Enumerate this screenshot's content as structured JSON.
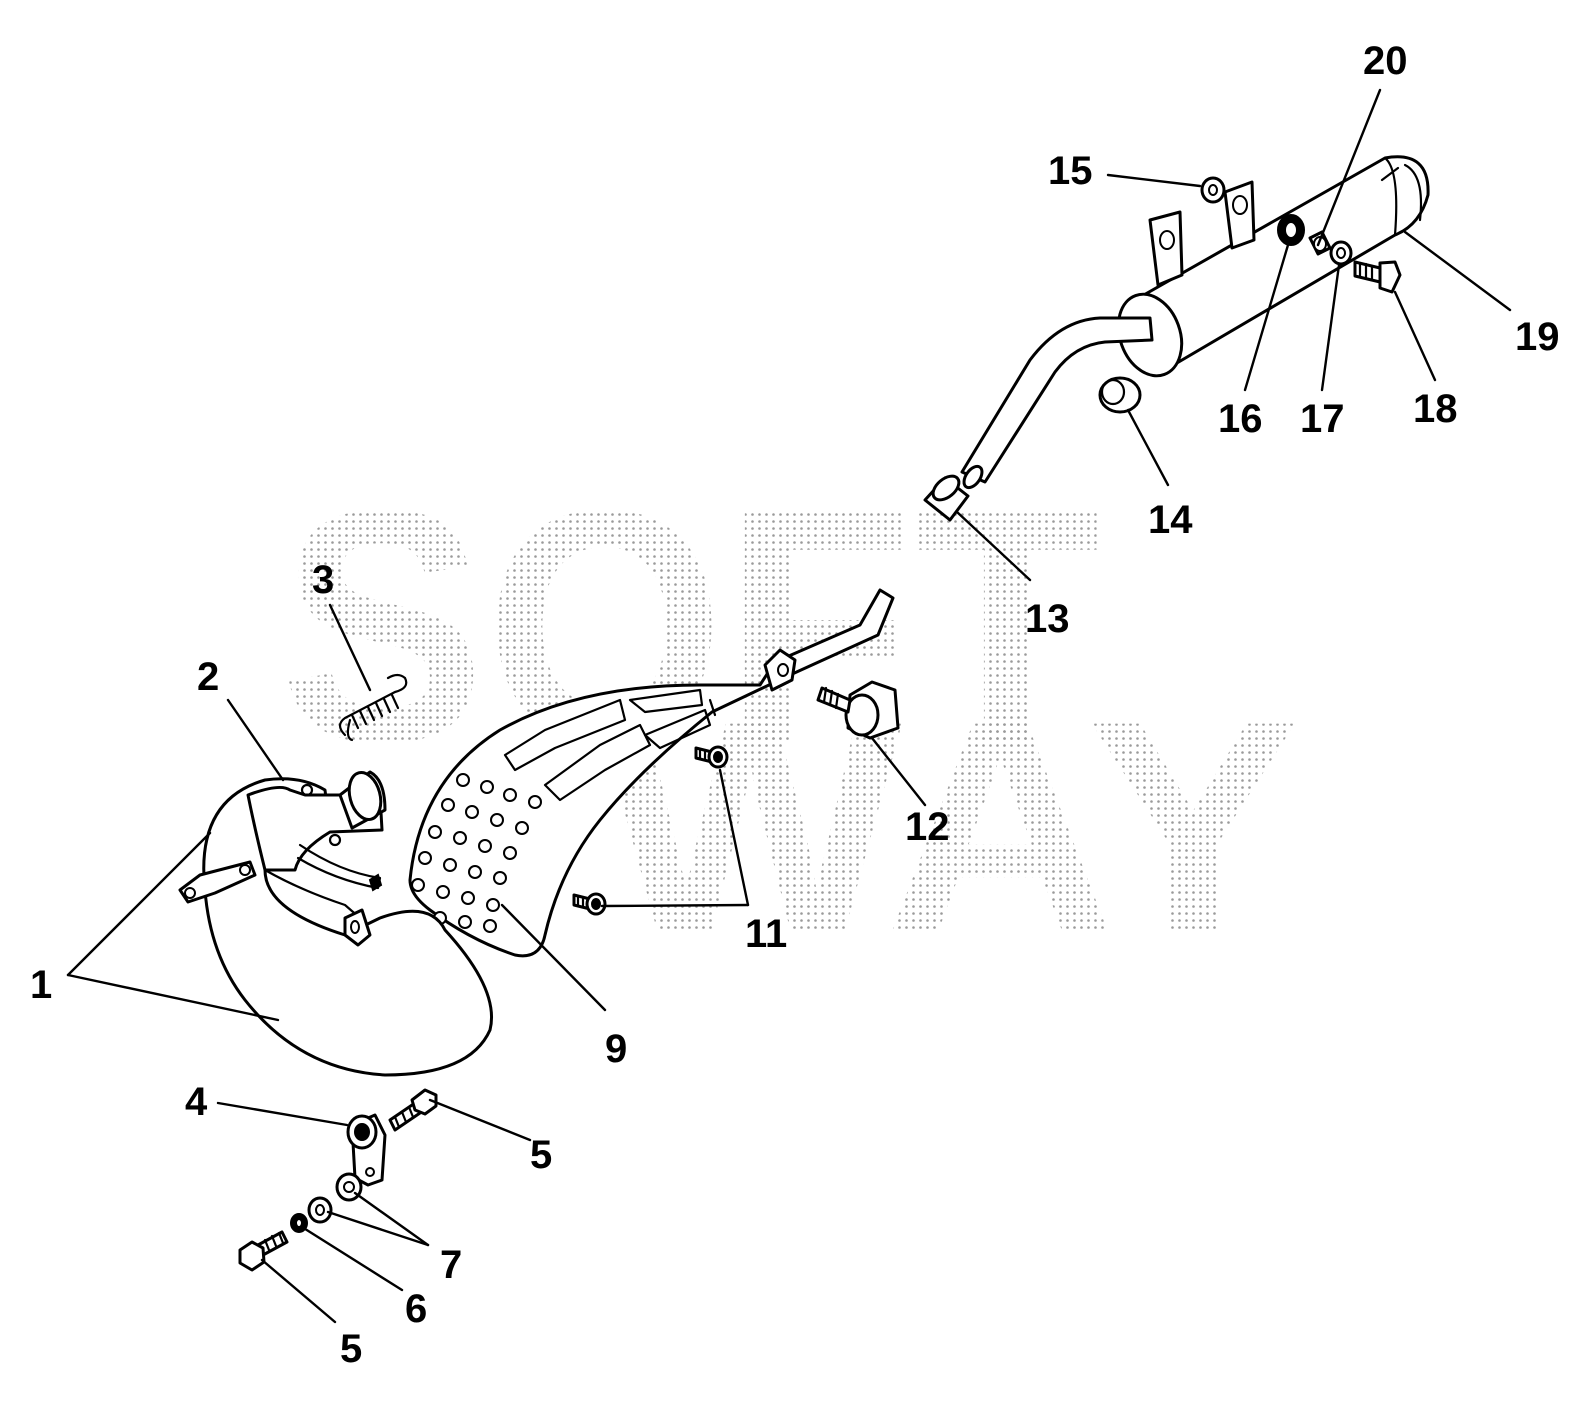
{
  "watermark": {
    "line1": "SOFT",
    "line2": "WAY",
    "color": "#9a9a9a"
  },
  "callouts": [
    {
      "id": "callout-1",
      "text": "1"
    },
    {
      "id": "callout-2",
      "text": "2"
    },
    {
      "id": "callout-3",
      "text": "3"
    },
    {
      "id": "callout-4",
      "text": "4"
    },
    {
      "id": "callout-5a",
      "text": "5"
    },
    {
      "id": "callout-5b",
      "text": "5"
    },
    {
      "id": "callout-6",
      "text": "6"
    },
    {
      "id": "callout-7",
      "text": "7"
    },
    {
      "id": "callout-9",
      "text": "9"
    },
    {
      "id": "callout-11",
      "text": "11"
    },
    {
      "id": "callout-12",
      "text": "12"
    },
    {
      "id": "callout-13",
      "text": "13"
    },
    {
      "id": "callout-14",
      "text": "14"
    },
    {
      "id": "callout-15",
      "text": "15"
    },
    {
      "id": "callout-16",
      "text": "16"
    },
    {
      "id": "callout-17",
      "text": "17"
    },
    {
      "id": "callout-18",
      "text": "18"
    },
    {
      "id": "callout-19",
      "text": "19"
    },
    {
      "id": "callout-20",
      "text": "20"
    }
  ]
}
